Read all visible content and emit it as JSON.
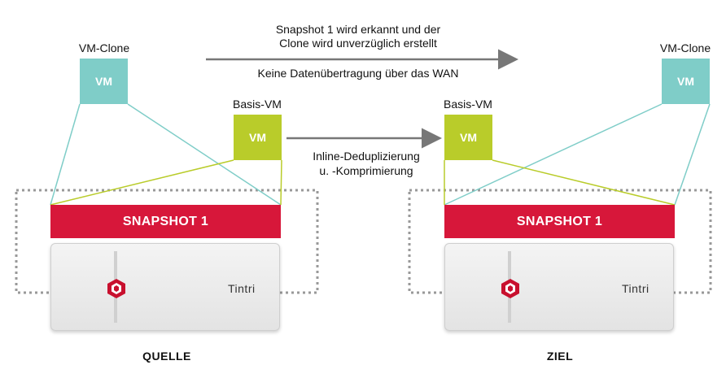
{
  "top_text": {
    "line1": "Snapshot 1 wird erkannt und der",
    "line2": "Clone wird unverzüglich erstellt",
    "wan": "Keine Datenübertragung über das WAN"
  },
  "middle_text": {
    "line1": "Inline-Deduplizierung",
    "line2": "u. -Komprimierung"
  },
  "source": {
    "clone_label": "VM-Clone",
    "clone_box": "VM",
    "base_label": "Basis-VM",
    "base_box": "VM",
    "snapshot": "SNAPSHOT 1",
    "brand": "Tintri",
    "caption": "QUELLE"
  },
  "target": {
    "clone_label": "VM-Clone",
    "clone_box": "VM",
    "base_label": "Basis-VM",
    "base_box": "VM",
    "snapshot": "SNAPSHOT 1",
    "brand": "Tintri",
    "caption": "ZIEL"
  },
  "colors": {
    "clone": "#7fcdc8",
    "base": "#b9cc2a",
    "snapshot": "#d7173a",
    "arrow": "#777777"
  }
}
